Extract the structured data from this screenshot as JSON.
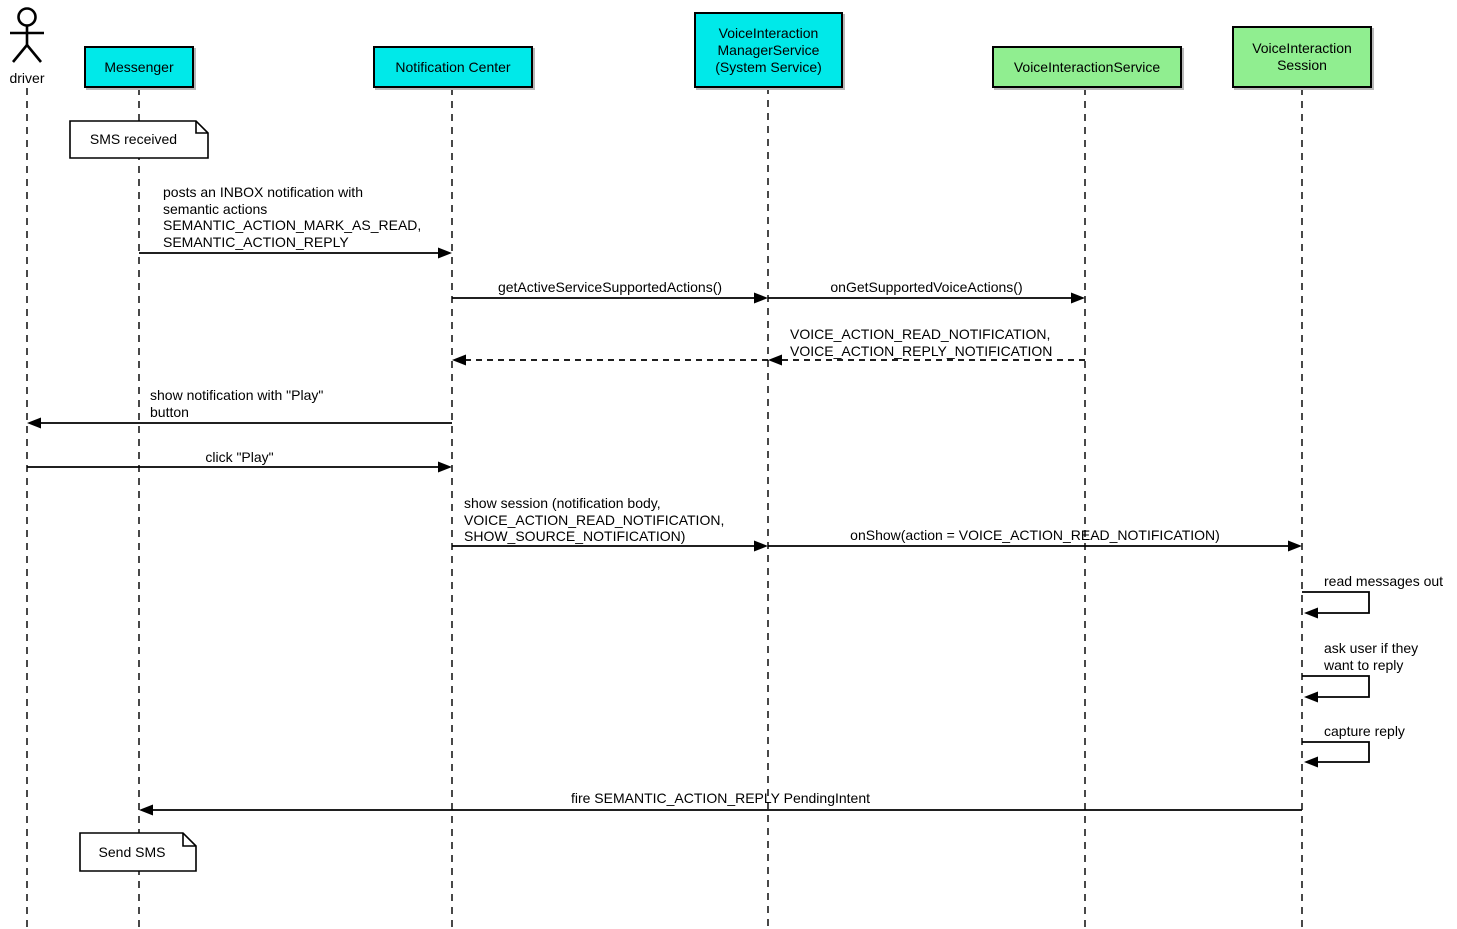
{
  "diagram": {
    "title_semantic": "voice interaction notification sequence diagram",
    "actor": {
      "label": "driver"
    },
    "participants": {
      "messenger": {
        "label": "Messenger",
        "color": "#00e9e9"
      },
      "notification_center": {
        "label": "Notification Center",
        "color": "#00e9e9"
      },
      "vims": {
        "label": "VoiceInteraction\nManagerService\n(System Service)",
        "color": "#00e9e9"
      },
      "vis": {
        "label": "VoiceInteractionService",
        "color": "#90ee90"
      },
      "session": {
        "label": "VoiceInteraction\nSession",
        "color": "#90ee90"
      }
    },
    "notes": {
      "sms_received": "SMS received",
      "send_sms": "Send SMS"
    },
    "messages": {
      "post_inbox": "posts an INBOX notification with\nsemantic actions\nSEMANTIC_ACTION_MARK_AS_READ,\nSEMANTIC_ACTION_REPLY",
      "get_active": "getActiveServiceSupportedActions()",
      "on_get": "onGetSupportedVoiceActions()",
      "voice_actions_return": "VOICE_ACTION_READ_NOTIFICATION,\nVOICE_ACTION_REPLY_NOTIFICATION",
      "show_notification": "show notification with \"Play\"\nbutton",
      "click_play": "click \"Play\"",
      "show_session": "show session (notification body,\nVOICE_ACTION_READ_NOTIFICATION,\nSHOW_SOURCE_NOTIFICATION)",
      "on_show": "onShow(action = VOICE_ACTION_READ_NOTIFICATION)",
      "read_messages": "read messages out",
      "ask_user": "ask user if they\nwant to reply",
      "capture_reply": "capture reply",
      "fire_reply": "fire SEMANTIC_ACTION_REPLY PendingIntent"
    },
    "colors": {
      "cyan": "#00e9e9",
      "green": "#90ee90",
      "line": "#000000",
      "background": "#ffffff"
    }
  }
}
